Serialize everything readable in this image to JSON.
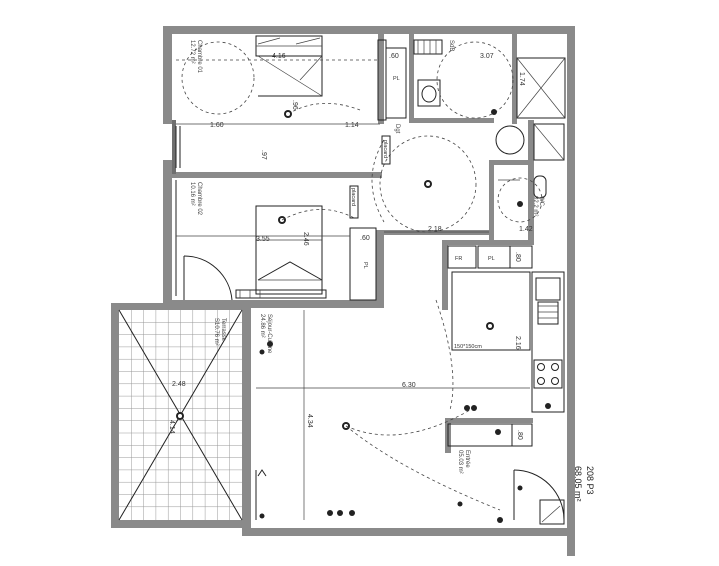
{
  "unit": {
    "name": "208 P3",
    "area": "68.05 m²"
  },
  "rooms": [
    {
      "id": "chambre01",
      "name": "Chambre 01",
      "area": "12.72 m²"
    },
    {
      "id": "chambre02",
      "name": "Chambre 02",
      "area": "10.16 m²"
    },
    {
      "id": "sejour",
      "name": "Séjour-Cuisine",
      "area": "24.86 m²"
    },
    {
      "id": "terrasse",
      "name": "Terrasse",
      "area": "S10.76 m²"
    },
    {
      "id": "sdb",
      "name": "SdB",
      "area": ""
    },
    {
      "id": "degagement",
      "name": "Dgt",
      "area": ""
    },
    {
      "id": "wc",
      "name": "WC",
      "area": "02.2 m²"
    },
    {
      "id": "entree",
      "name": "Entrée",
      "area": "05.03 m²"
    }
  ],
  "dimensions": {
    "d416": "4.16",
    "d060a": ".60",
    "d307": "3.07",
    "d174": "1.74",
    "d160": "1.60",
    "d114": "1.14",
    "d096": ".96",
    "d097": ".97",
    "d355": "3.55",
    "d246": "2.46",
    "d060b": ".60",
    "d218": "2.18",
    "d142": "1.42",
    "d080a": ".80",
    "d216": "2.16",
    "d630": "6.30",
    "d248": "2.48",
    "d434": "4.34",
    "d414": "4.14",
    "d080b": ".80"
  },
  "labels": {
    "pl1": "PL",
    "pl2": "PL",
    "pl3": "PL",
    "fr": "FR",
    "shower": "150*150cm",
    "placard": "placard",
    "placard2": "placard"
  }
}
